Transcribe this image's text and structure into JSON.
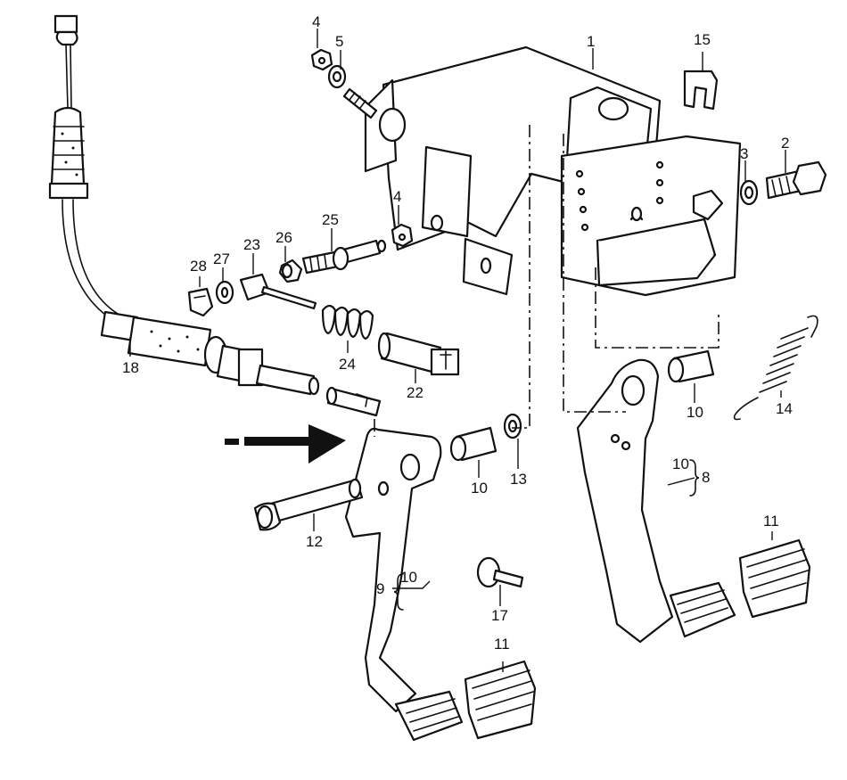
{
  "callouts": [
    {
      "id": "c1",
      "text": "1"
    },
    {
      "id": "c2",
      "text": "2"
    },
    {
      "id": "c3",
      "text": "3"
    },
    {
      "id": "c4a",
      "text": "4"
    },
    {
      "id": "c4b",
      "text": "4"
    },
    {
      "id": "c5",
      "text": "5"
    },
    {
      "id": "c8",
      "text": "8"
    },
    {
      "id": "c9",
      "text": "9"
    },
    {
      "id": "c10a",
      "text": "10"
    },
    {
      "id": "c10b",
      "text": "10"
    },
    {
      "id": "c10c",
      "text": "10"
    },
    {
      "id": "c10d",
      "text": "10"
    },
    {
      "id": "c11a",
      "text": "11"
    },
    {
      "id": "c11b",
      "text": "11"
    },
    {
      "id": "c12",
      "text": "12"
    },
    {
      "id": "c13",
      "text": "13"
    },
    {
      "id": "c14",
      "text": "14"
    },
    {
      "id": "c15",
      "text": "15"
    },
    {
      "id": "c17",
      "text": "17"
    },
    {
      "id": "c18",
      "text": "18"
    },
    {
      "id": "c22",
      "text": "22"
    },
    {
      "id": "c23",
      "text": "23"
    },
    {
      "id": "c24",
      "text": "24"
    },
    {
      "id": "c25",
      "text": "25"
    },
    {
      "id": "c26",
      "text": "26"
    },
    {
      "id": "c27",
      "text": "27"
    },
    {
      "id": "c28",
      "text": "28"
    }
  ],
  "colors": {
    "line": "#111111",
    "background": "#ffffff"
  }
}
